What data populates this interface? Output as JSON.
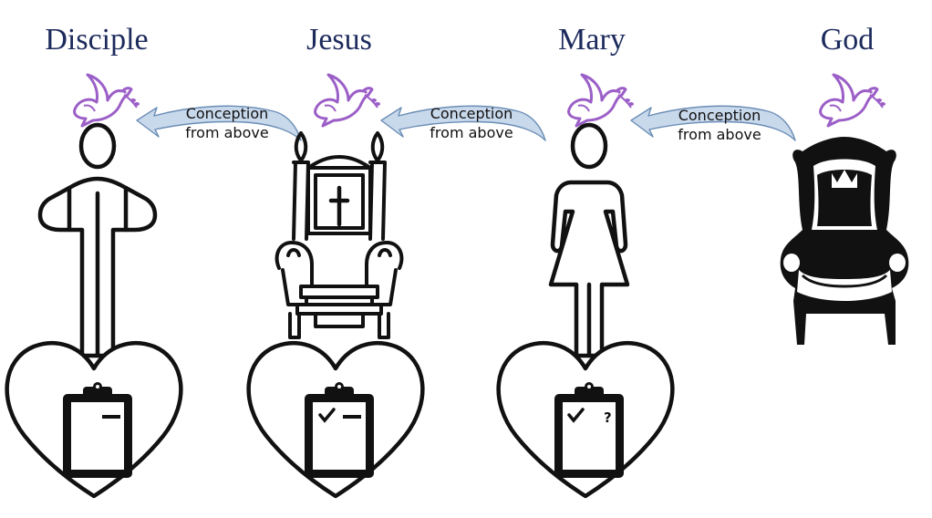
{
  "figures": [
    {
      "title": "Disciple",
      "clipboard_marks": "dash",
      "clipboard_symbol": ""
    },
    {
      "title": "Jesus",
      "clipboard_marks": "check-dash",
      "clipboard_symbol": ""
    },
    {
      "title": "Mary",
      "clipboard_marks": "check-question",
      "clipboard_symbol": "?"
    },
    {
      "title": "God",
      "clipboard_marks": "none",
      "clipboard_symbol": ""
    }
  ],
  "arrows": [
    {
      "line1": "Conception",
      "line2": "from above"
    },
    {
      "line1": "Conception",
      "line2": "from above"
    },
    {
      "line1": "Conception",
      "line2": "from above"
    }
  ],
  "colors": {
    "title": "#1c2a5c",
    "dove": "#9b5fc7",
    "arrow_fill": "#c9d9ec",
    "arrow_stroke": "#6a8db5",
    "outline": "#111111"
  }
}
